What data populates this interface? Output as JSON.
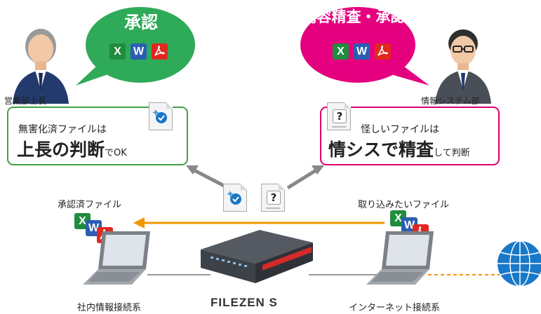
{
  "roles": {
    "manager": "営業部上長",
    "it": "情報システム部"
  },
  "bubbles": {
    "approve": "承認",
    "inspect": "内容精査・承認"
  },
  "file_icons": {
    "excel_letter": "X",
    "word_letter": "W"
  },
  "left_box": {
    "line1": "無害化済ファイルは",
    "em1": "上長の判断",
    "tail": "でOK"
  },
  "right_box": {
    "line1": "怪しいファイルは",
    "em1": "情シスで精査",
    "tail": "して判断"
  },
  "doc_icons": {
    "question_mark": "?"
  },
  "flow": {
    "approved_files": "承認済ファイル",
    "incoming_files": "取り込みたいファイル",
    "internal_network": "社内情報接続系",
    "internet_network": "インターネット接続系"
  },
  "product": {
    "logo": "FILEZEN S"
  },
  "colors": {
    "approve_bubble": "#2eaa58",
    "inspect_bubble": "#e4007f",
    "flow_arrow": "#f29600",
    "left_border": "#43a047",
    "right_border": "#e0006f",
    "globe": "#1a78c8"
  }
}
